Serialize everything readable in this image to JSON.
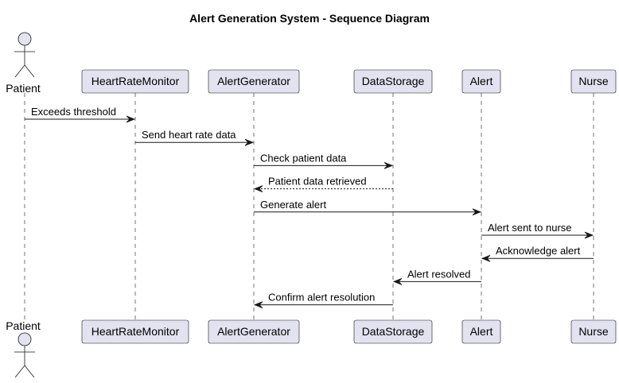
{
  "diagram": {
    "type": "sequence",
    "title": "Alert Generation System - Sequence Diagram",
    "colors": {
      "participant_fill": "#e2e2f0",
      "line": "#181818",
      "text": "#000000"
    },
    "participants": [
      {
        "id": "patient",
        "label": "Patient",
        "kind": "actor"
      },
      {
        "id": "hrm",
        "label": "HeartRateMonitor",
        "kind": "participant"
      },
      {
        "id": "ag",
        "label": "AlertGenerator",
        "kind": "participant"
      },
      {
        "id": "ds",
        "label": "DataStorage",
        "kind": "participant"
      },
      {
        "id": "alert",
        "label": "Alert",
        "kind": "participant"
      },
      {
        "id": "nurse",
        "label": "Nurse",
        "kind": "participant"
      }
    ],
    "messages": [
      {
        "from": "patient",
        "to": "hrm",
        "label": "Exceeds threshold",
        "style": "solid"
      },
      {
        "from": "hrm",
        "to": "ag",
        "label": "Send heart rate data",
        "style": "solid"
      },
      {
        "from": "ag",
        "to": "ds",
        "label": "Check patient data",
        "style": "solid"
      },
      {
        "from": "ds",
        "to": "ag",
        "label": "Patient data retrieved",
        "style": "dashed"
      },
      {
        "from": "ag",
        "to": "alert",
        "label": "Generate alert",
        "style": "solid"
      },
      {
        "from": "alert",
        "to": "nurse",
        "label": "Alert sent to nurse",
        "style": "solid"
      },
      {
        "from": "nurse",
        "to": "alert",
        "label": "Acknowledge alert",
        "style": "solid"
      },
      {
        "from": "alert",
        "to": "ds",
        "label": "Alert resolved",
        "style": "solid"
      },
      {
        "from": "ds",
        "to": "ag",
        "label": "Confirm alert resolution",
        "style": "solid"
      }
    ]
  }
}
